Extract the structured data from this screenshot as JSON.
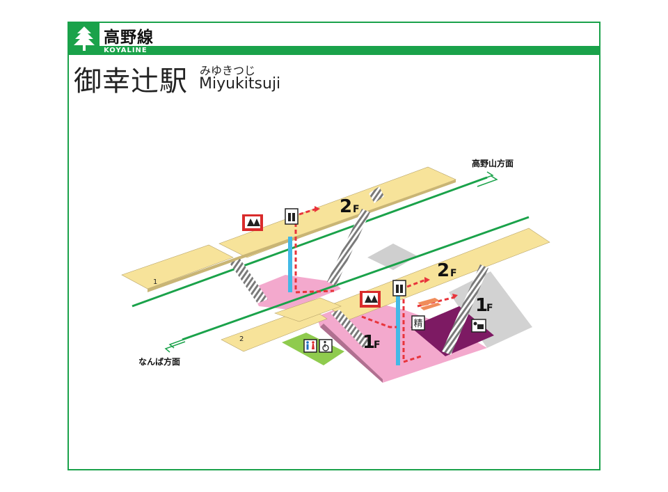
{
  "header": {
    "line_name": "高野線",
    "line_name_en": "KOYALINE"
  },
  "station": {
    "name": "御幸辻駅",
    "kana": "みゆきつじ",
    "roman": "Miyukitsuji"
  },
  "directions": {
    "up": "高野山方面",
    "down": "なんば方面"
  },
  "platforms": {
    "p1": "1",
    "p2": "2"
  },
  "floors": {
    "upper_left_2f_num": "2",
    "upper_left_2f_unit": "F",
    "upper_right_2f_num": "2",
    "upper_right_2f_unit": "F",
    "concourse_1f_num": "1",
    "concourse_1f_unit": "F",
    "right_1f_num": "1",
    "right_1f_unit": "F"
  },
  "facilities": {
    "fare_adjust": "精"
  },
  "colors": {
    "line_green": "#1aa24a",
    "platform": "#f7e39a",
    "concourse": "#f3a9cd",
    "gate_area": "#7d1a63",
    "toilet_area": "#8fcb4e",
    "elevator_shaft": "#43b9e6",
    "route_dash": "#e8343b",
    "gray_area": "#cfcfcf"
  },
  "icons": [
    "tree-logo-icon",
    "ticket-gate-icon",
    "elevator-icon",
    "toilet-icon",
    "wheelchair-icon",
    "ticket-machine-icon",
    "fare-adjust-icon",
    "double-arrow-icon",
    "stairs-icon"
  ]
}
